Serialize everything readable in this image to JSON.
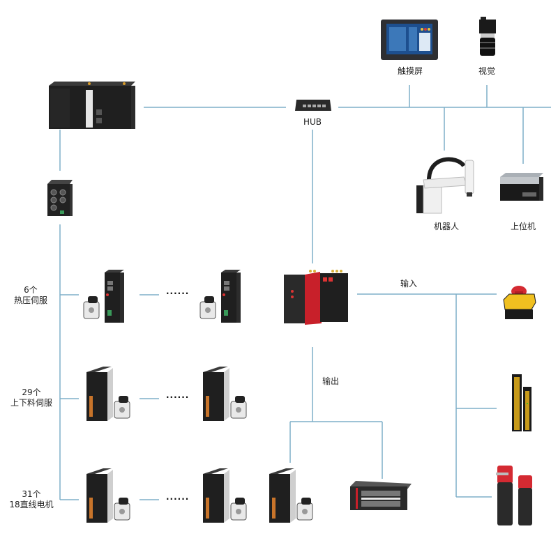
{
  "colors": {
    "wire": "#7eafc8"
  },
  "devices": {
    "plc": {
      "name": "PLC controller"
    },
    "hub": {
      "label": "HUB"
    },
    "touchscreen": {
      "label": "触摸屏"
    },
    "vision": {
      "label": "视觉"
    },
    "robot": {
      "label": "机器人"
    },
    "host_pc": {
      "label": "上位机"
    },
    "io_coupler": {
      "name": "EtherCAT junction slave"
    },
    "safety_controller": {
      "name": "Safety controller"
    },
    "input_label": "输入",
    "output_label": "输出",
    "safety_io_unit": {
      "name": "Safety I/O unit"
    }
  },
  "servo_rows": [
    {
      "count": "6个",
      "desc": "热压伺服"
    },
    {
      "count": "29个",
      "desc": "上下料伺服"
    },
    {
      "count": "31个",
      "desc": "18直线电机"
    }
  ],
  "ellipsis": "······",
  "safety_inputs": [
    {
      "name": "emergency-stop"
    },
    {
      "name": "light-curtain"
    },
    {
      "name": "door-switch"
    }
  ]
}
